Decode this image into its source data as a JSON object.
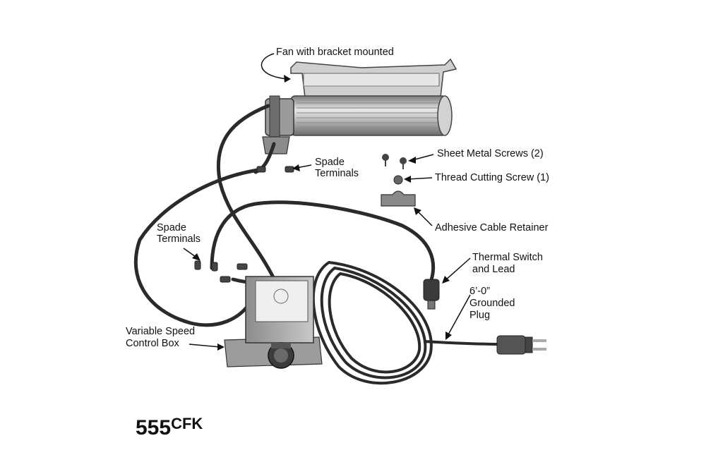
{
  "labels": {
    "fan": "Fan with bracket mounted",
    "sheet_screws": "Sheet Metal Screws (2)",
    "thread_screw": "Thread Cutting Screw (1)",
    "spade_top_1": "Spade",
    "spade_top_2": "Terminals",
    "spade_left_1": "Spade",
    "spade_left_2": "Terminals",
    "cable_retainer": "Adhesive Cable Retainer",
    "thermal_1": "Thermal Switch",
    "thermal_2": "and Lead",
    "plug_1": "6’-0”",
    "plug_2": "Grounded",
    "plug_3": "Plug",
    "control_1": "Variable Speed",
    "control_2": "Control Box"
  },
  "model": {
    "number": "555",
    "suffix": "CFK"
  },
  "colors": {
    "ink": "#111111",
    "metal_dark": "#555555",
    "metal_light": "#d9d9d9",
    "background": "#ffffff"
  }
}
